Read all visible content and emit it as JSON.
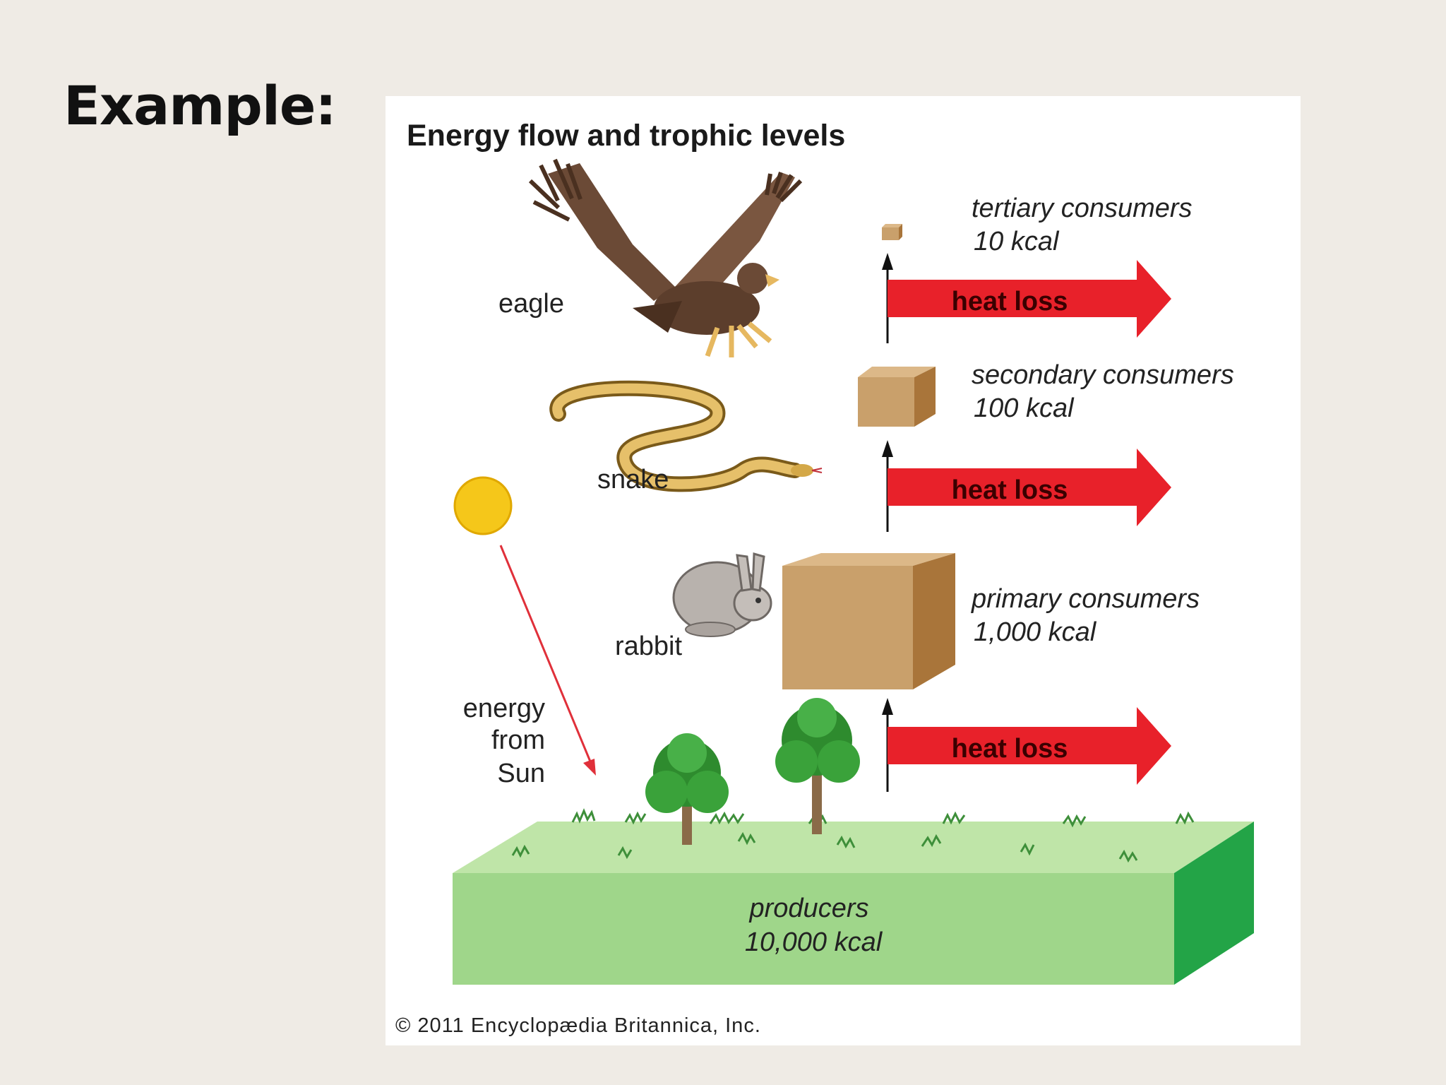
{
  "slide": {
    "title": "Example:"
  },
  "figure": {
    "title": "Energy flow and trophic levels",
    "copyright": "© 2011 Encyclopædia Britannica, Inc.",
    "levels": [
      {
        "name": "tertiary consumers",
        "energy": "10 kcal",
        "organism": "eagle"
      },
      {
        "name": "secondary consumers",
        "energy": "100 kcal",
        "organism": "snake"
      },
      {
        "name": "primary consumers",
        "energy": "1,000 kcal",
        "organism": "rabbit"
      },
      {
        "name": "producers",
        "energy": "10,000 kcal"
      }
    ],
    "heat_loss_label": "heat loss",
    "sun_label": [
      "energy",
      "from",
      "Sun"
    ]
  },
  "colors": {
    "heat_arrow": "#e8212a",
    "box_front": "#c9a06b",
    "box_top": "#dcb888",
    "box_side": "#a9753a",
    "ground_front": "#9fd68a",
    "ground_top": "#bfe5a8",
    "ground_side": "#23a447",
    "sun": "#f5c71a",
    "sun_arrow": "#e0303a"
  }
}
